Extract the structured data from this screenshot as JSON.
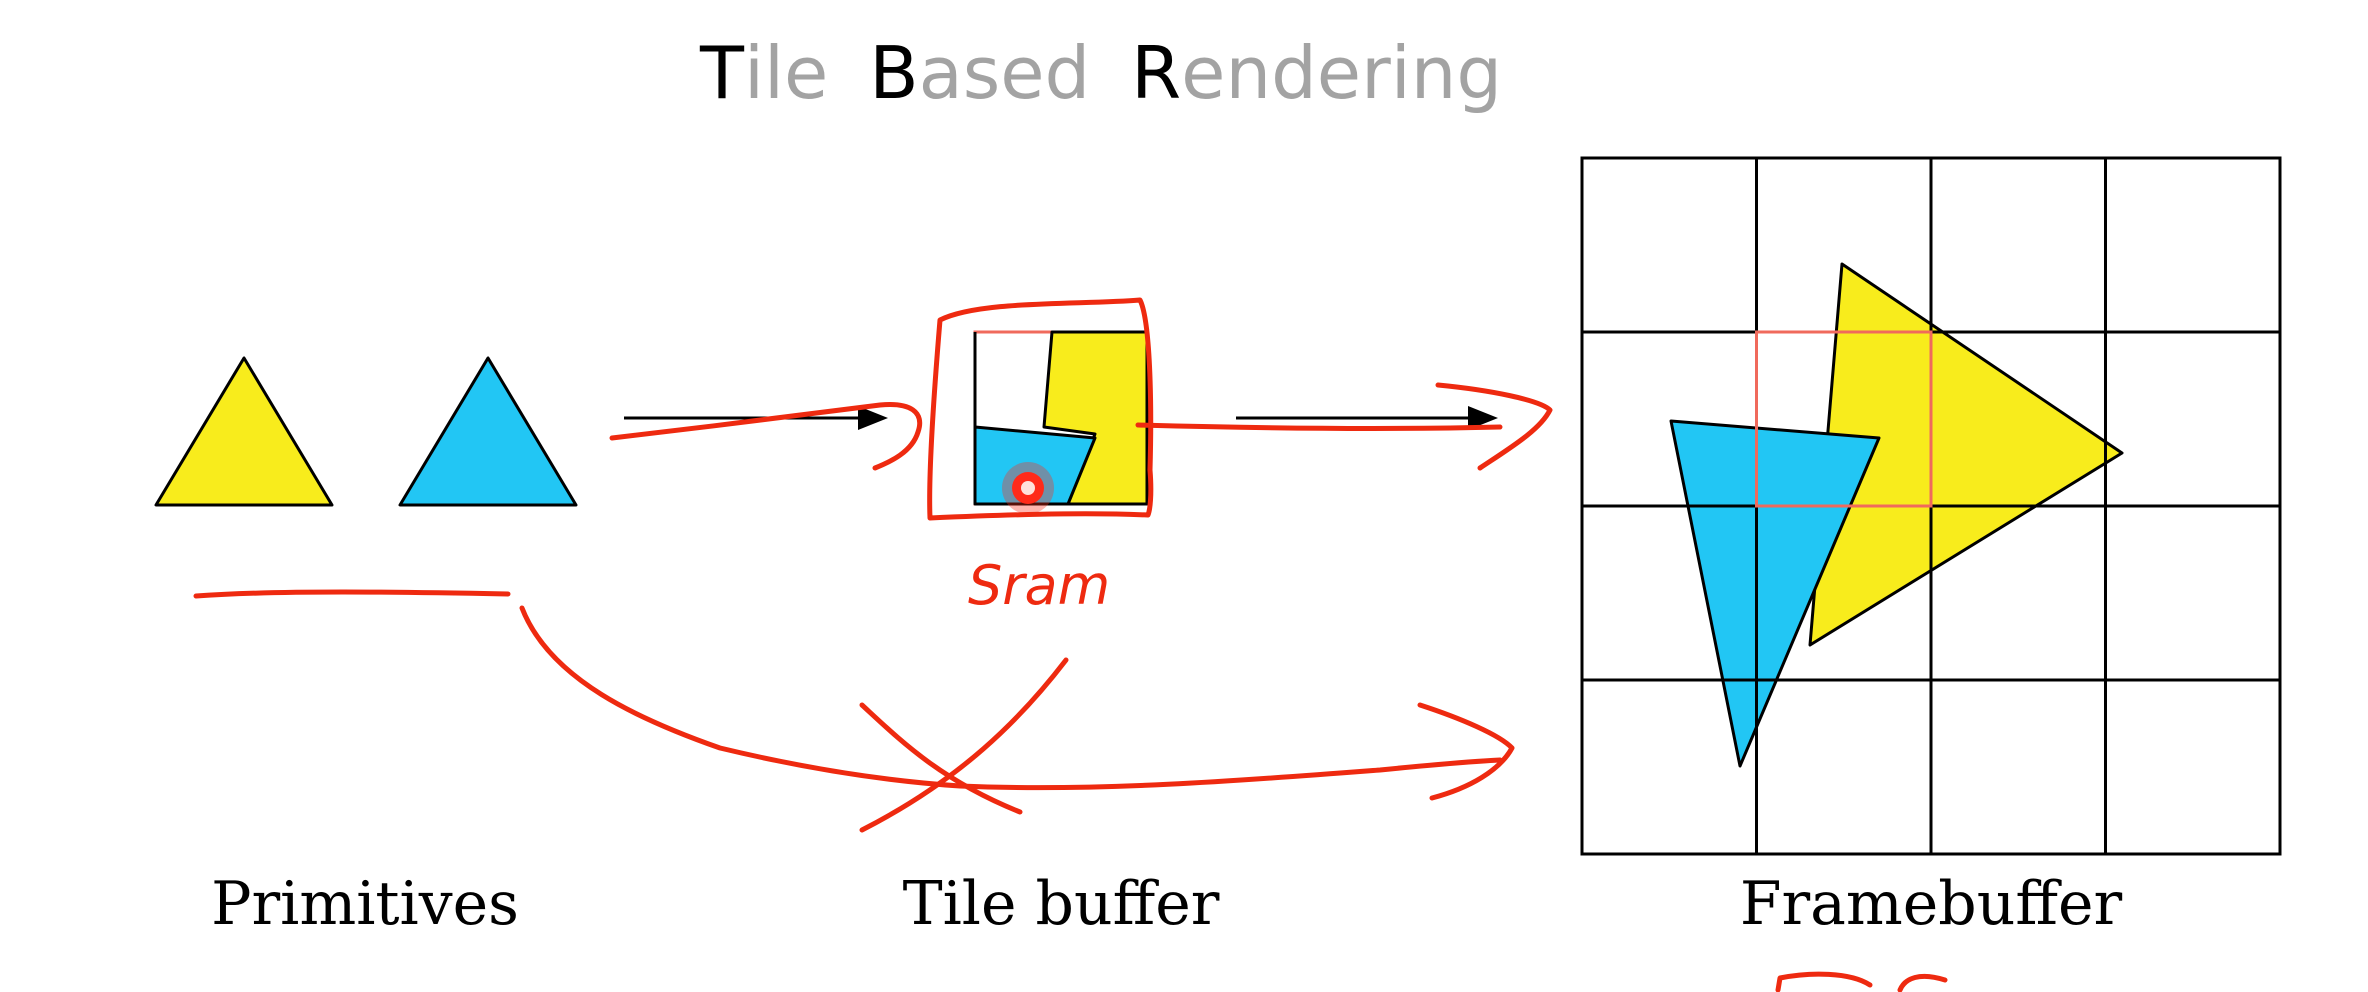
{
  "title": {
    "words": [
      {
        "cap": "T",
        "rest": "ile"
      },
      {
        "cap": "B",
        "rest": "ased"
      },
      {
        "cap": "R",
        "rest": "endering"
      }
    ]
  },
  "labels": {
    "primitives": "Primitives",
    "tile_buffer": "Tile buffer",
    "framebuffer": "Framebuffer"
  },
  "annotations": {
    "tile_buffer_memory": "Sram"
  },
  "colors": {
    "yellow": "#f8ec1c",
    "blue": "#22c6f4",
    "ink": "#ee2a10",
    "highlight": "#f06a5c"
  },
  "framebuffer_grid": {
    "rows": 4,
    "cols": 4
  }
}
